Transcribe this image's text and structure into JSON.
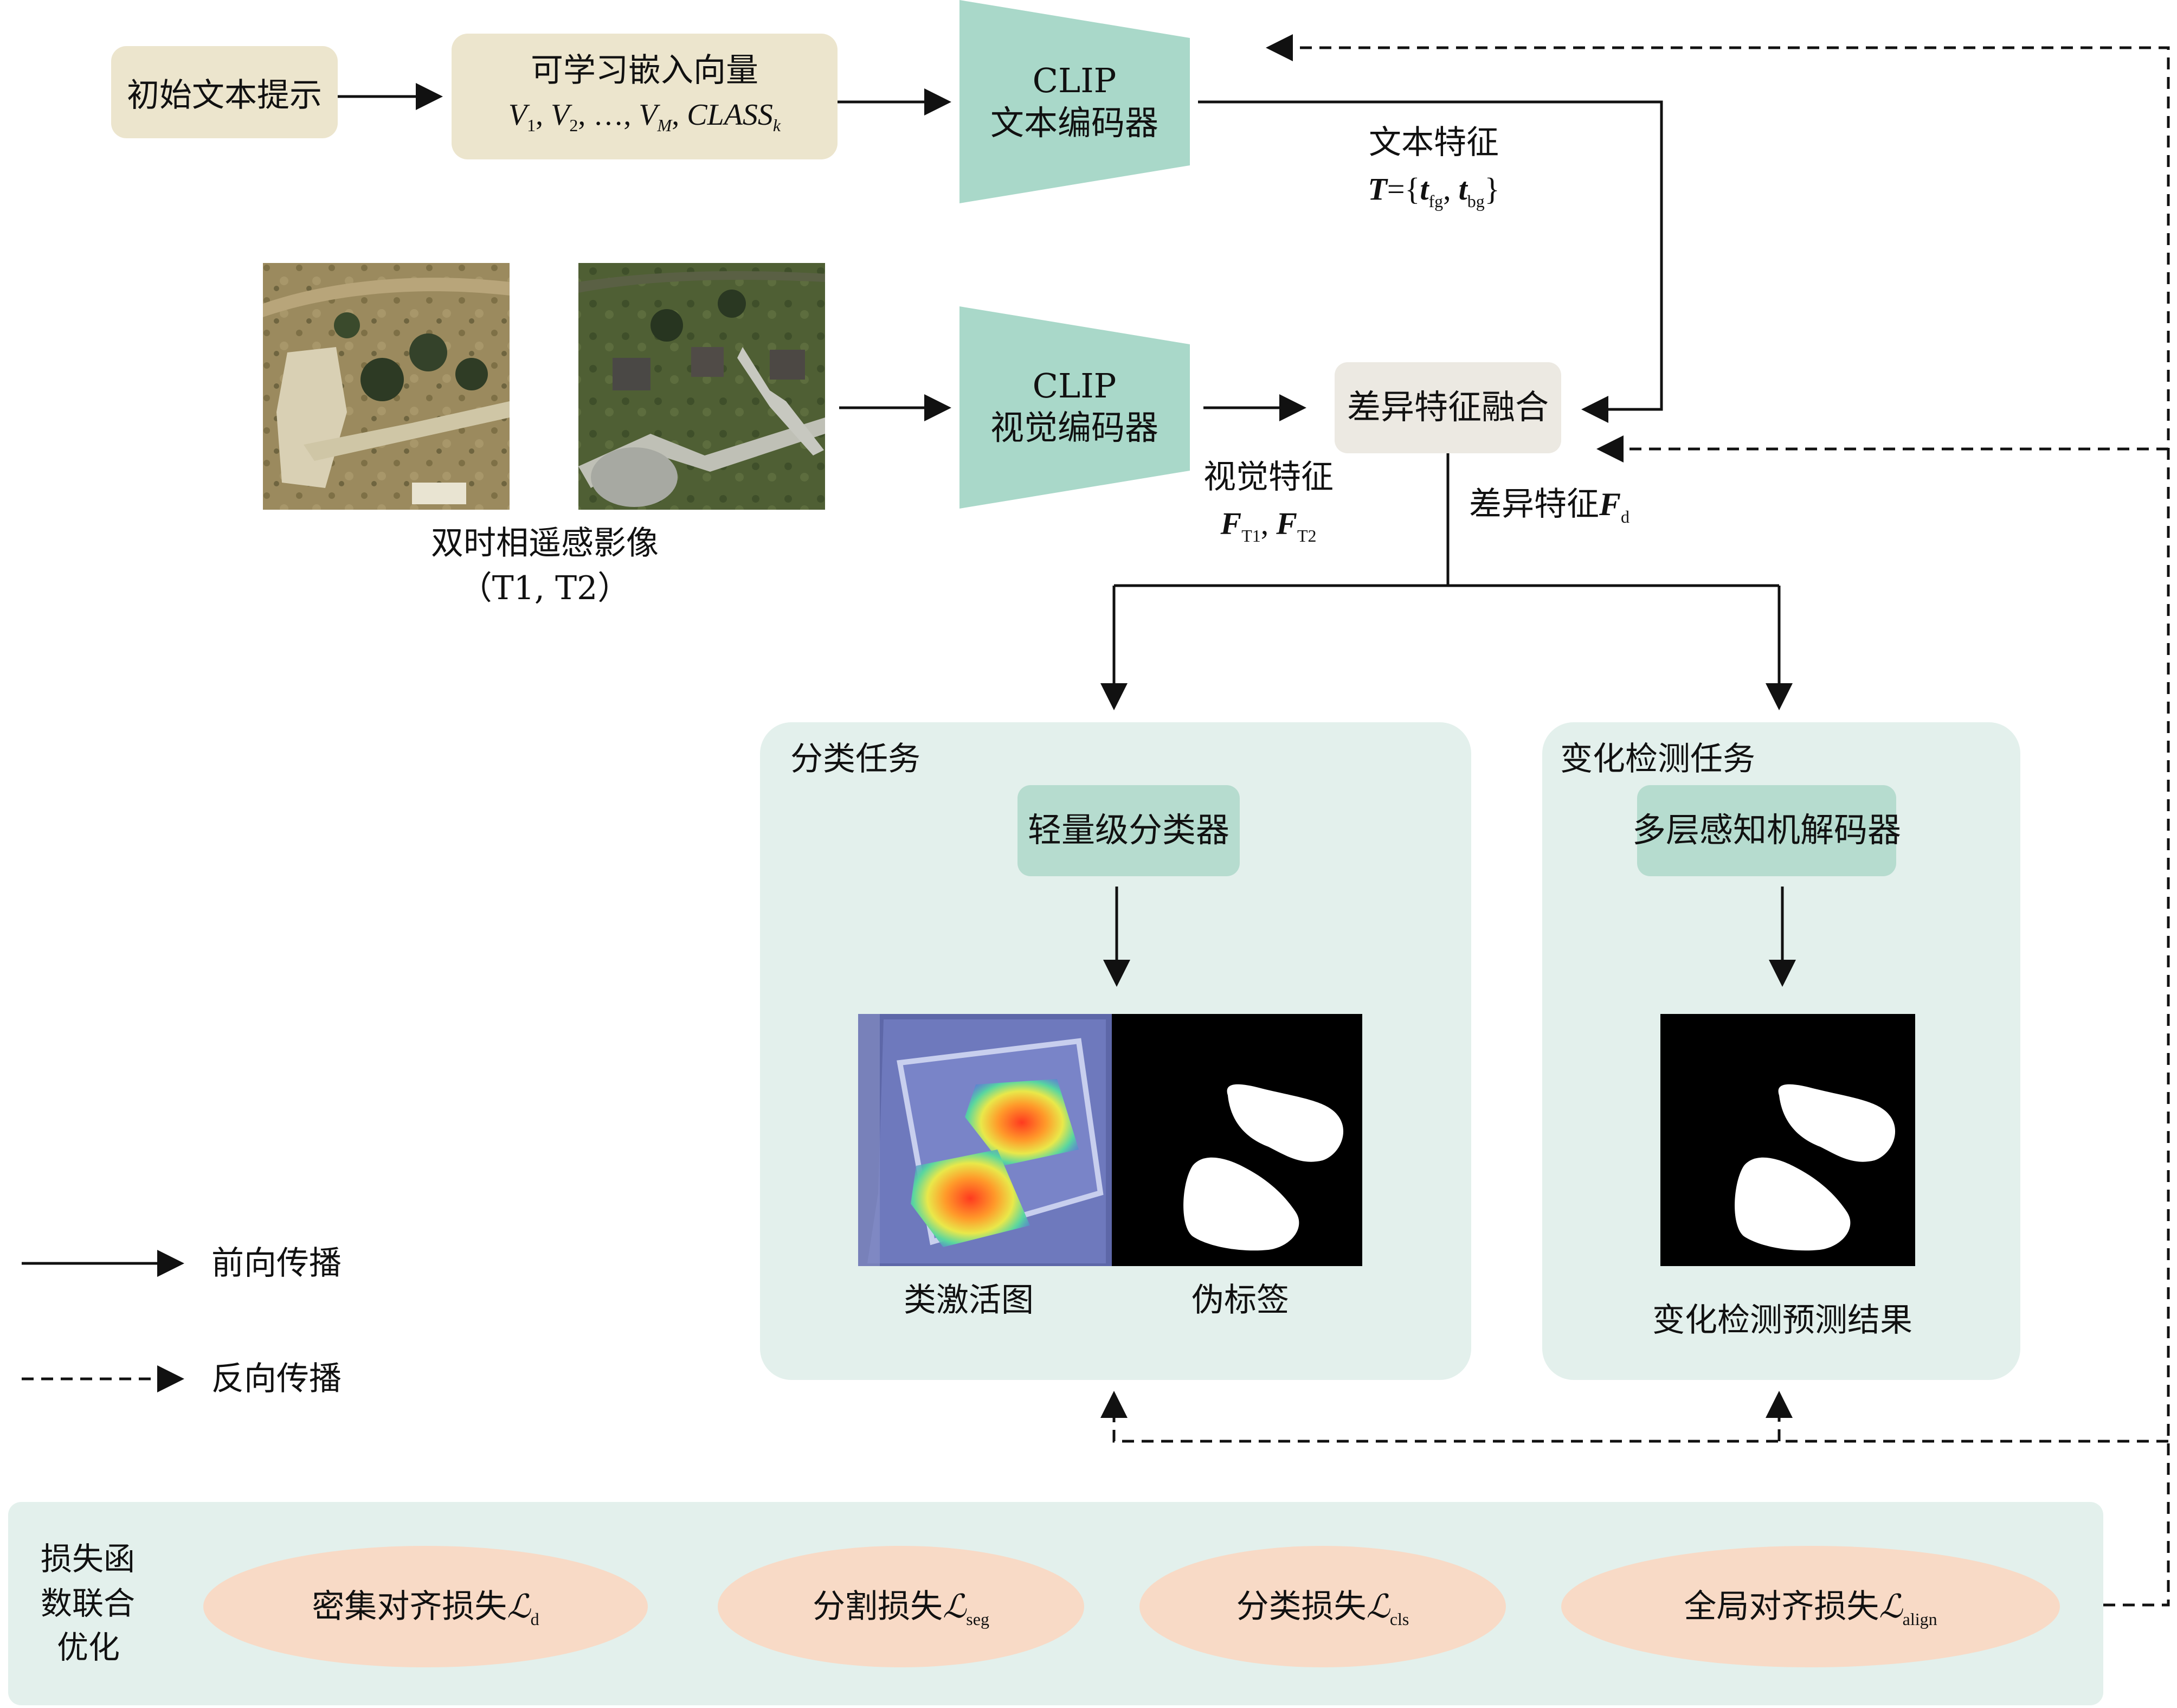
{
  "text_prompt": {
    "initial_prompt": "初始文本提示",
    "learnable_title": "可学习嵌入向量",
    "learnable_vectors": {
      "v1_base": "V",
      "v1_sub": "1",
      "v2_base": "V",
      "v2_sub": "2",
      "dots": "…",
      "vm_base": "V",
      "vm_sub": "M",
      "class_base": "CLASS",
      "class_sub": "k",
      "sep": ","
    }
  },
  "encoders": {
    "text_encoder_line1": "CLIP",
    "text_encoder_line2": "文本编码器",
    "visual_encoder_line1": "CLIP",
    "visual_encoder_line2": "视觉编码器"
  },
  "text_feature": {
    "label": "文本特征",
    "sym": "T",
    "eq": "={",
    "t": "t",
    "fg_sub": "fg",
    "comma": ",",
    "bg_sub": "bg",
    "close": "}"
  },
  "visual_feature": {
    "label": "视觉特征",
    "sym": "F",
    "t1_sub": "T1",
    "comma": ",",
    "t2_sub": "T2"
  },
  "fusion": {
    "label": "差异特征融合"
  },
  "diff_feature": {
    "label": "差异特征",
    "sym": "F",
    "sub": "d"
  },
  "images": {
    "caption_line1": "双时相遥感影像",
    "caption_line2": "（T1, T2）"
  },
  "classification": {
    "title": "分类任务",
    "classifier": "轻量级分类器",
    "cam_caption": "类激活图",
    "pseudo_caption": "伪标签"
  },
  "change_detection": {
    "title": "变化检测任务",
    "decoder": "多层感知机解码器",
    "result_caption": "变化检测预测结果"
  },
  "legend": {
    "forward": "前向传播",
    "backward": "反向传播"
  },
  "loss": {
    "title_line1": "损失函",
    "title_line2": "数联合",
    "title_line3": "优化",
    "dense_label": "密集对齐损失",
    "dense_sym": "ℒ",
    "dense_sub": "d",
    "seg_label": "分割损失",
    "seg_sym": "ℒ",
    "seg_sub": "seg",
    "cls_label": "分类损失",
    "cls_sym": "ℒ",
    "cls_sub": "cls",
    "align_label": "全局对齐损失",
    "align_sym": "ℒ",
    "align_sub": "align"
  },
  "colors": {
    "prompt_fill": "#ece5cd",
    "encoder_fill": "#a9d8c9",
    "fusion_fill": "#ece9e2",
    "panel_fill": "#e3f0ec",
    "inner_box_fill": "#b6dccf",
    "loss_panel_fill": "#e3f0ec",
    "ellipse_fill": "#f8dac6",
    "line": "#111111"
  }
}
